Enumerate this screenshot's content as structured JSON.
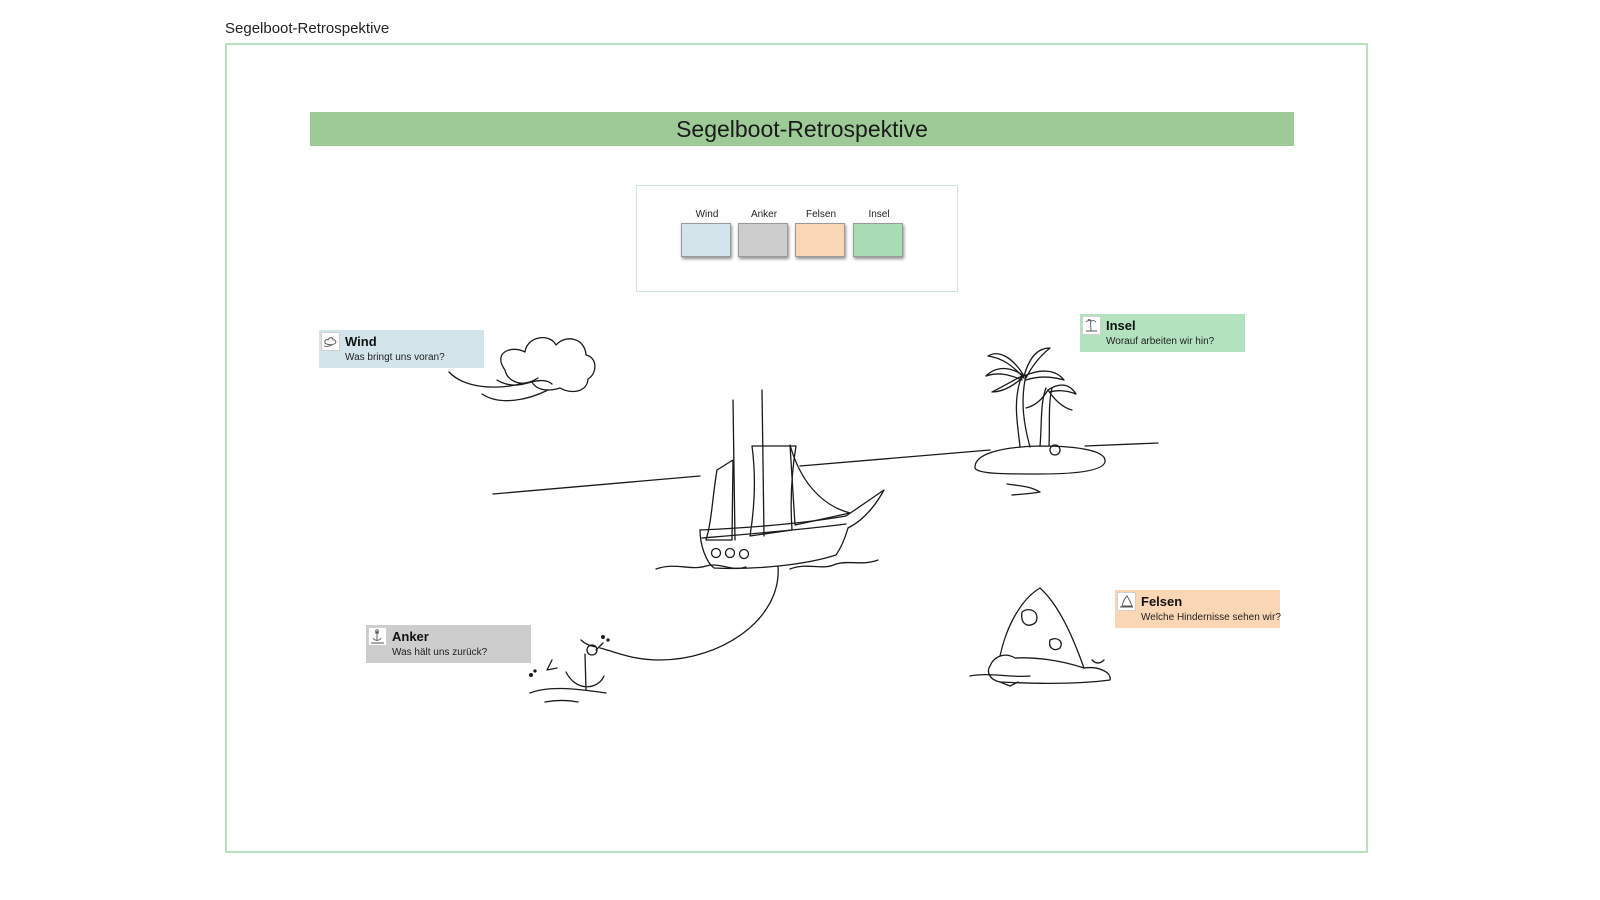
{
  "frame": {
    "title": "Segelboot-Retrospektive"
  },
  "banner": {
    "title": "Segelboot-Retrospektive",
    "color": "#9dca97"
  },
  "legend": {
    "items": [
      {
        "label": "Wind",
        "color": "#d3e4ea"
      },
      {
        "label": "Anker",
        "color": "#cdcdcd"
      },
      {
        "label": "Felsen",
        "color": "#fbd6b4"
      },
      {
        "label": "Insel",
        "color": "#a9dcb4"
      }
    ]
  },
  "cards": {
    "wind": {
      "title": "Wind",
      "subtitle": "Was bringt uns voran?",
      "color": "#d3e4ea",
      "icon": "wind-cloud-icon"
    },
    "insel": {
      "title": "Insel",
      "subtitle": "Worauf arbeiten wir hin?",
      "color": "#b3e2bf",
      "icon": "palm-island-icon"
    },
    "anker": {
      "title": "Anker",
      "subtitle": "Was hält uns zurück?",
      "color": "#cdcdcd",
      "icon": "anchor-icon"
    },
    "felsen": {
      "title": "Felsen",
      "subtitle": "Welche Hindernisse sehen wir?",
      "color": "#fbd6b4",
      "icon": "rock-icon"
    }
  }
}
